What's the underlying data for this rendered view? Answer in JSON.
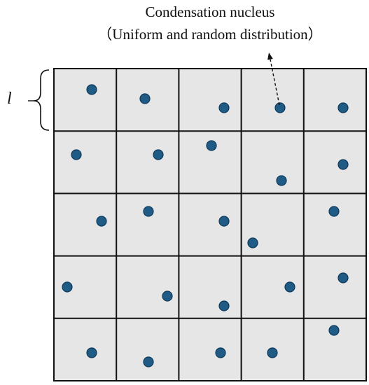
{
  "caption": {
    "line1": "Condensation nucleus",
    "line2": "（Uniform and random distribution）"
  },
  "length_label": "l",
  "grid": {
    "rows": 5,
    "cols": 5,
    "cell_fill": "#e6e6e6",
    "line_color": "#111111"
  },
  "nucleus_color": "#1f5b85",
  "nucleus_edge": "#0d3a5c"
}
